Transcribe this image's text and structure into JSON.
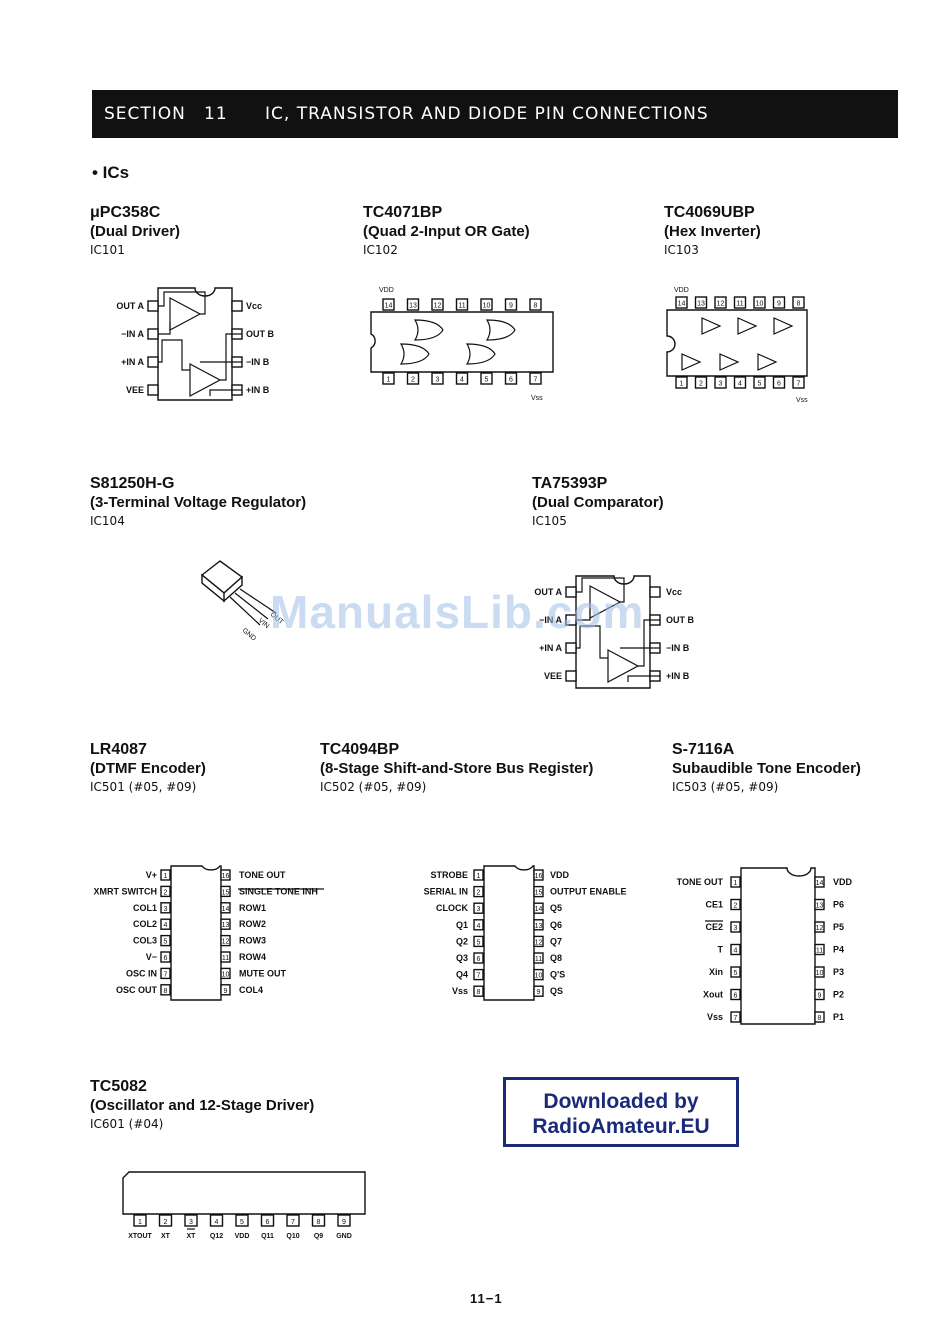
{
  "section": {
    "label": "SECTION",
    "number": "11",
    "title": "IC, TRANSISTOR AND DIODE PIN CONNECTIONS"
  },
  "ics_heading": "• ICs",
  "chips": {
    "upc358c": {
      "name": "μPC358C",
      "desc": "(Dual Driver)",
      "ref": "IC101",
      "pins_left": [
        "OUT A",
        "−IN A",
        "+IN A",
        "VEE"
      ],
      "pins_right": [
        "Vcc",
        "OUT B",
        "−IN B",
        "+IN B"
      ]
    },
    "tc4071bp": {
      "name": "TC4071BP",
      "desc": "(Quad 2-Input OR Gate)",
      "ref": "IC102",
      "vdd": "VDD",
      "vss": "Vss",
      "top_pins": [
        "14",
        "13",
        "12",
        "11",
        "10",
        "9",
        "8"
      ],
      "bottom_pins": [
        "1",
        "2",
        "3",
        "4",
        "5",
        "6",
        "7"
      ]
    },
    "tc4069ubp": {
      "name": "TC4069UBP",
      "desc": "(Hex Inverter)",
      "ref": "IC103",
      "vdd": "VDD",
      "vss": "Vss",
      "top_pins": [
        "14",
        "13",
        "12",
        "11",
        "10",
        "9",
        "8"
      ],
      "bottom_pins": [
        "1",
        "2",
        "3",
        "4",
        "5",
        "6",
        "7"
      ]
    },
    "s81250hg": {
      "name": "S81250H-G",
      "desc": "(3-Terminal Voltage Regulator)",
      "ref": "IC104",
      "leads": [
        "GND",
        "VIN",
        "OUT"
      ]
    },
    "ta75393p": {
      "name": "TA75393P",
      "desc": "(Dual Comparator)",
      "ref": "IC105",
      "pins_left": [
        "OUT A",
        "−IN A",
        "+IN A",
        "VEE"
      ],
      "pins_right": [
        "Vcc",
        "OUT B",
        "−IN B",
        "+IN B"
      ]
    },
    "lr4087": {
      "name": "LR4087",
      "desc": "(DTMF Encoder)",
      "ref": "IC501 (#05, #09)",
      "pins_left": [
        "V+",
        "XMRT SWITCH",
        "COL1",
        "COL2",
        "COL3",
        "V−",
        "OSC IN",
        "OSC OUT"
      ],
      "pins_right": [
        "TONE OUT",
        "SINGLE TONE INH",
        "ROW1",
        "ROW2",
        "ROW3",
        "ROW4",
        "MUTE OUT",
        "COL4"
      ]
    },
    "tc4094bp": {
      "name": "TC4094BP",
      "desc": "(8-Stage Shift-and-Store Bus Register)",
      "ref": "IC502 (#05, #09)",
      "pins_left": [
        "STROBE",
        "SERIAL IN",
        "CLOCK",
        "Q1",
        "Q2",
        "Q3",
        "Q4",
        "Vss"
      ],
      "pins_right": [
        "VDD",
        "OUTPUT ENABLE",
        "Q5",
        "Q6",
        "Q7",
        "Q8",
        "Q'S",
        "QS"
      ]
    },
    "s7116a": {
      "name": "S-7116A",
      "desc": "Subaudible Tone Encoder)",
      "ref": "IC503 (#05, #09)",
      "pins_left": [
        "TONE OUT",
        "CE1",
        "CE2",
        "T",
        "Xin",
        "Xout",
        "Vss"
      ],
      "pins_right": [
        "VDD",
        "P6",
        "P5",
        "P4",
        "P3",
        "P2",
        "P1"
      ]
    },
    "tc5082": {
      "name": "TC5082",
      "desc": "(Oscillator and 12-Stage Driver)",
      "ref": "IC601 (#04)",
      "pins": [
        "XTOUT",
        "XT",
        "XT",
        "Q12",
        "VDD",
        "Q11",
        "Q10",
        "Q9",
        "GND"
      ]
    }
  },
  "watermark": "ManualsLib.com",
  "download_box": {
    "line1": "Downloaded by",
    "line2": "RadioAmateur.EU"
  },
  "page_number": "11−1"
}
